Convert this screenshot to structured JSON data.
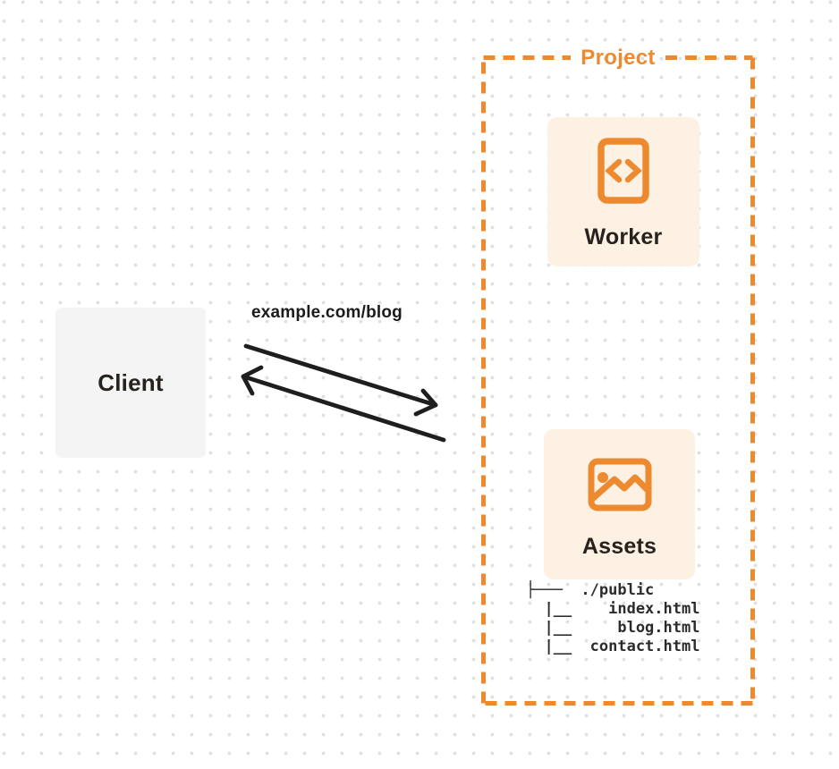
{
  "colors": {
    "accent_orange": "#ed8a30",
    "card_cream": "#fcf1e3",
    "client_gray": "#f4f4f5",
    "arrow_ink": "#1e1e1e",
    "grid_dot": "#e0e0e0"
  },
  "client": {
    "label": "Client"
  },
  "request": {
    "url_label": "example.com/blog"
  },
  "project": {
    "title": "Project",
    "worker": {
      "label": "Worker",
      "icon": "code-file-icon"
    },
    "assets": {
      "label": "Assets",
      "icon": "image-icon"
    },
    "file_tree": "├───  ./public\n  |__    index.html\n  |__     blog.html\n  |__  contact.html"
  }
}
